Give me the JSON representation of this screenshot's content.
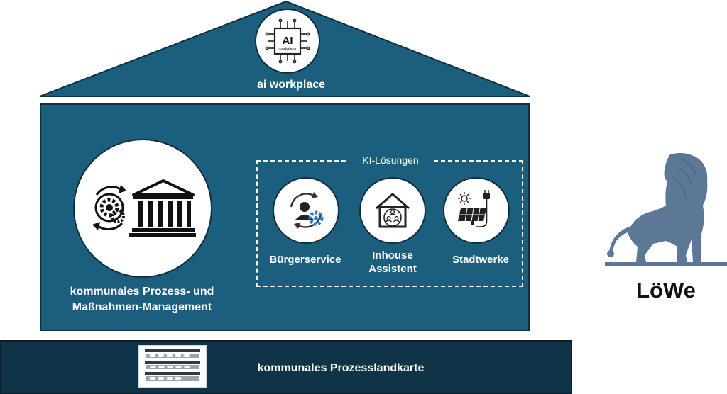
{
  "roof": {
    "label": "ai workplace"
  },
  "ai_chip": {
    "title": "AI",
    "subtitle": "workplace"
  },
  "process_management": {
    "label_line1": "kommunales Prozess- und",
    "label_line2": "Maßnahmen-Management"
  },
  "ki_solutions": {
    "title": "KI-Lösungen",
    "items": [
      {
        "label": "Bürgerservice"
      },
      {
        "label_line1": "Inhouse",
        "label_line2": "Assistent"
      },
      {
        "label": "Stadtwerke"
      }
    ]
  },
  "foundation": {
    "label": "kommunales Prozesslandkarte"
  },
  "logo": {
    "text": "LöWe"
  },
  "colors": {
    "roof": "#1c5e7e",
    "body": "#1c5e7e",
    "base": "#103447",
    "lion": "#5c7896",
    "icon_blue": "#2b7fc4"
  }
}
